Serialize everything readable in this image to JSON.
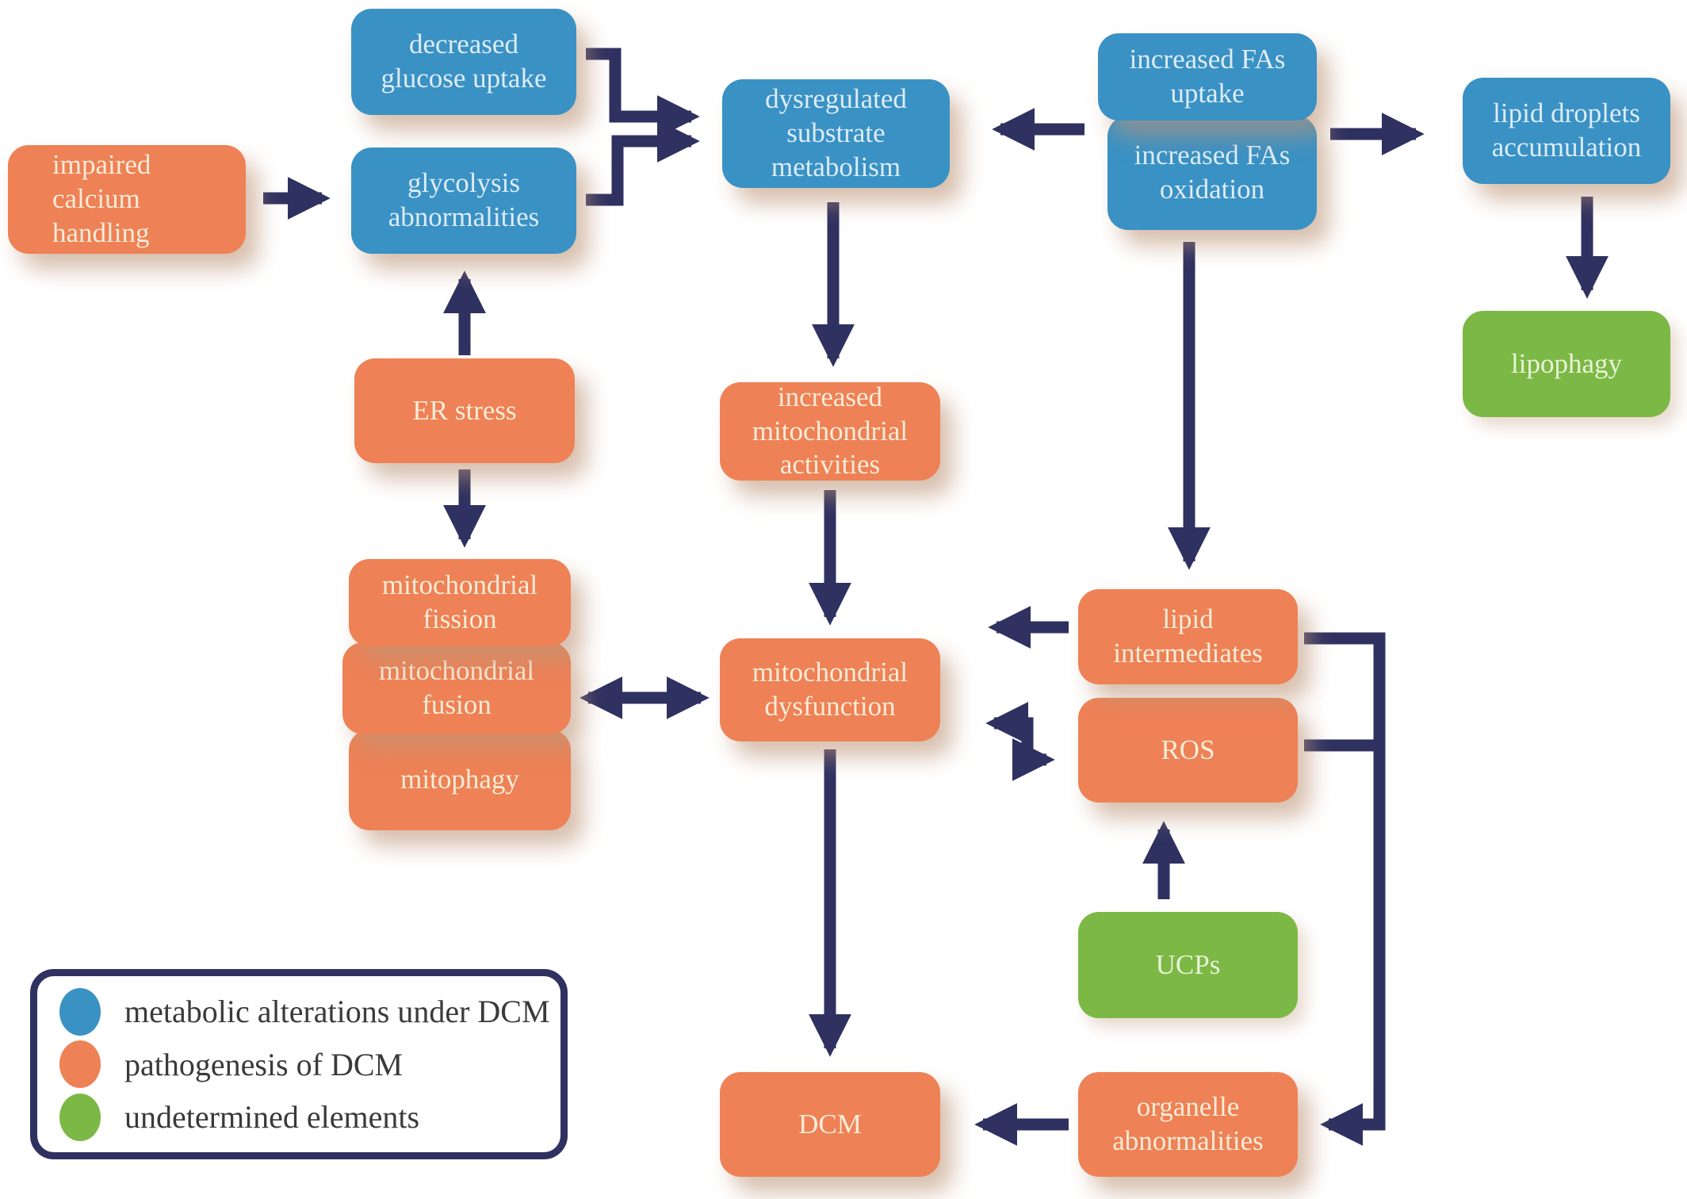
{
  "figure": {
    "description": "Flow diagram of metabolic alterations and pathogenesis pathways in DCM"
  },
  "colors": {
    "metabolic_blue": "#3a91c4",
    "pathogenesis_orange": "#ee8155",
    "undetermined_green": "#7cb845",
    "connector_navy": "#2f3161"
  },
  "nodes": {
    "impaired_calcium_handling": {
      "label": "impaired calcium handling",
      "category": "pathogenesis"
    },
    "decreased_glucose_uptake": {
      "label": "decreased glucose uptake",
      "category": "metabolic"
    },
    "glycolysis_abnormalities": {
      "label": "glycolysis abnormalities",
      "category": "metabolic"
    },
    "dysregulated_substrate_metabolism": {
      "label": "dysregulated substrate metabolism",
      "category": "metabolic"
    },
    "increased_fas_uptake": {
      "label": "increased FAs uptake",
      "category": "metabolic"
    },
    "increased_fas_oxidation": {
      "label": "increased FAs oxidation",
      "category": "metabolic"
    },
    "lipid_droplets_accumulation": {
      "label": "lipid droplets accumulation",
      "category": "metabolic"
    },
    "lipophagy": {
      "label": "lipophagy",
      "category": "undetermined"
    },
    "er_stress": {
      "label": "ER stress",
      "category": "pathogenesis"
    },
    "increased_mitochondrial_activities": {
      "label": "increased mitochondrial activities",
      "category": "pathogenesis"
    },
    "mitochondrial_fission": {
      "label": "mitochondrial fission",
      "category": "pathogenesis"
    },
    "mitochondrial_fusion": {
      "label": "mitochondrial fusion",
      "category": "pathogenesis"
    },
    "mitophagy": {
      "label": "mitophagy",
      "category": "pathogenesis"
    },
    "mitochondrial_dysfunction": {
      "label": "mitochondrial dysfunction",
      "category": "pathogenesis"
    },
    "lipid_intermediates": {
      "label": "lipid intermediates",
      "category": "pathogenesis"
    },
    "ros": {
      "label": "ROS",
      "category": "pathogenesis"
    },
    "ucps": {
      "label": "UCPs",
      "category": "undetermined"
    },
    "organelle_abnormalities": {
      "label": "organelle abnormalities",
      "category": "pathogenesis"
    },
    "dcm": {
      "label": "DCM",
      "category": "pathogenesis"
    }
  },
  "legend": {
    "items": [
      {
        "label": "metabolic alterations under DCM",
        "color": "#3a91c4"
      },
      {
        "label": "pathogenesis of DCM",
        "color": "#ee8155"
      },
      {
        "label": "undetermined elements",
        "color": "#7cb845"
      }
    ]
  }
}
